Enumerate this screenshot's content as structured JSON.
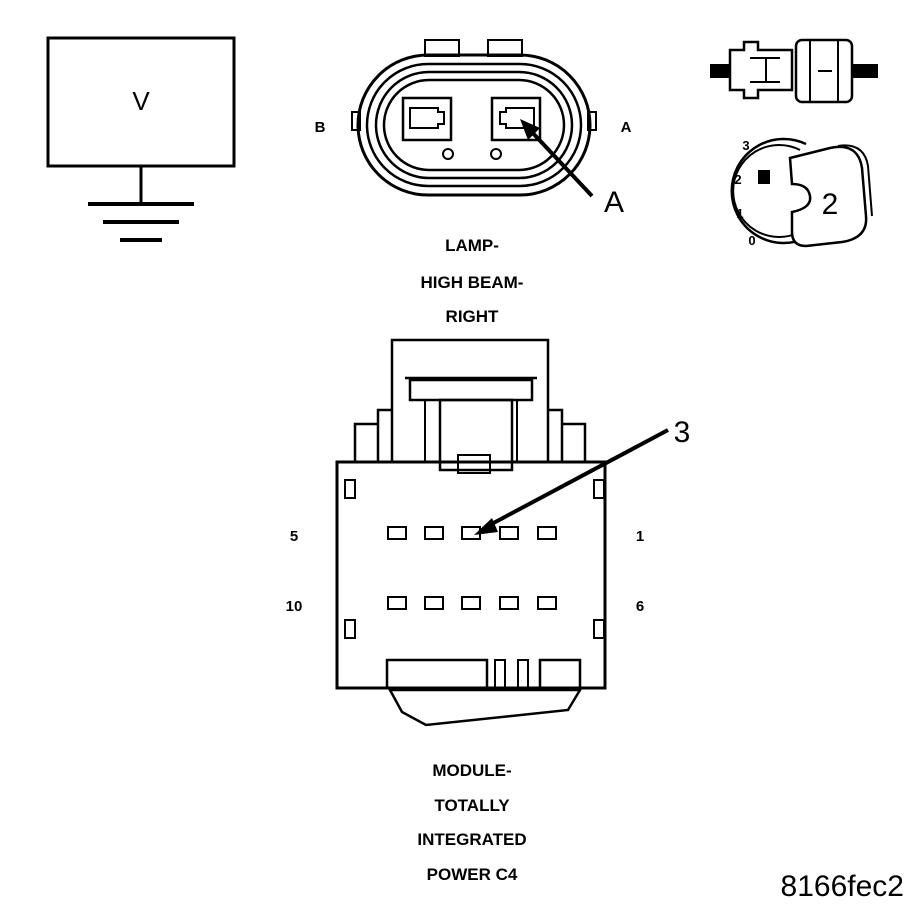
{
  "voltmeter": {
    "symbol": "V"
  },
  "lamp_connector": {
    "pin_b": "B",
    "pin_a": "A",
    "callout": "A",
    "title_lines": [
      "LAMP-",
      "HIGH BEAM-",
      "RIGHT"
    ]
  },
  "probe_legend": {
    "scale": [
      "3",
      "2",
      "1",
      "0"
    ],
    "callout": "2"
  },
  "module_connector": {
    "pin_labels": {
      "top_left": "5",
      "top_right": "1",
      "bottom_left": "10",
      "bottom_right": "6"
    },
    "callout": "3",
    "title_lines": [
      "MODULE-",
      "TOTALLY",
      "INTEGRATED",
      "POWER C4"
    ]
  },
  "figure_code": "8166fec2"
}
